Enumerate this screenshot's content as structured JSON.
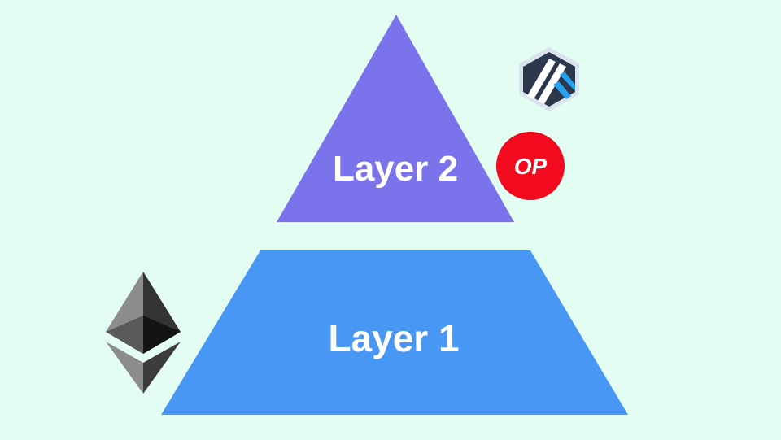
{
  "background_color": "#e4fdf3",
  "layer2": {
    "label": "Layer 2",
    "color": "#7b73ec"
  },
  "layer1": {
    "label": "Layer 1",
    "color": "#4897f5"
  },
  "optimism_logo": {
    "text": "OP",
    "color": "#f20a1e",
    "icon": "optimism-logo-icon"
  },
  "arbitrum_logo": {
    "icon": "arbitrum-logo-icon",
    "colors": [
      "#2d374b",
      "#28a0f0",
      "#ffffff"
    ]
  },
  "ethereum_logo": {
    "icon": "ethereum-logo-icon",
    "colors": [
      "#343434",
      "#8c8c8c",
      "#3c3c3b"
    ]
  }
}
